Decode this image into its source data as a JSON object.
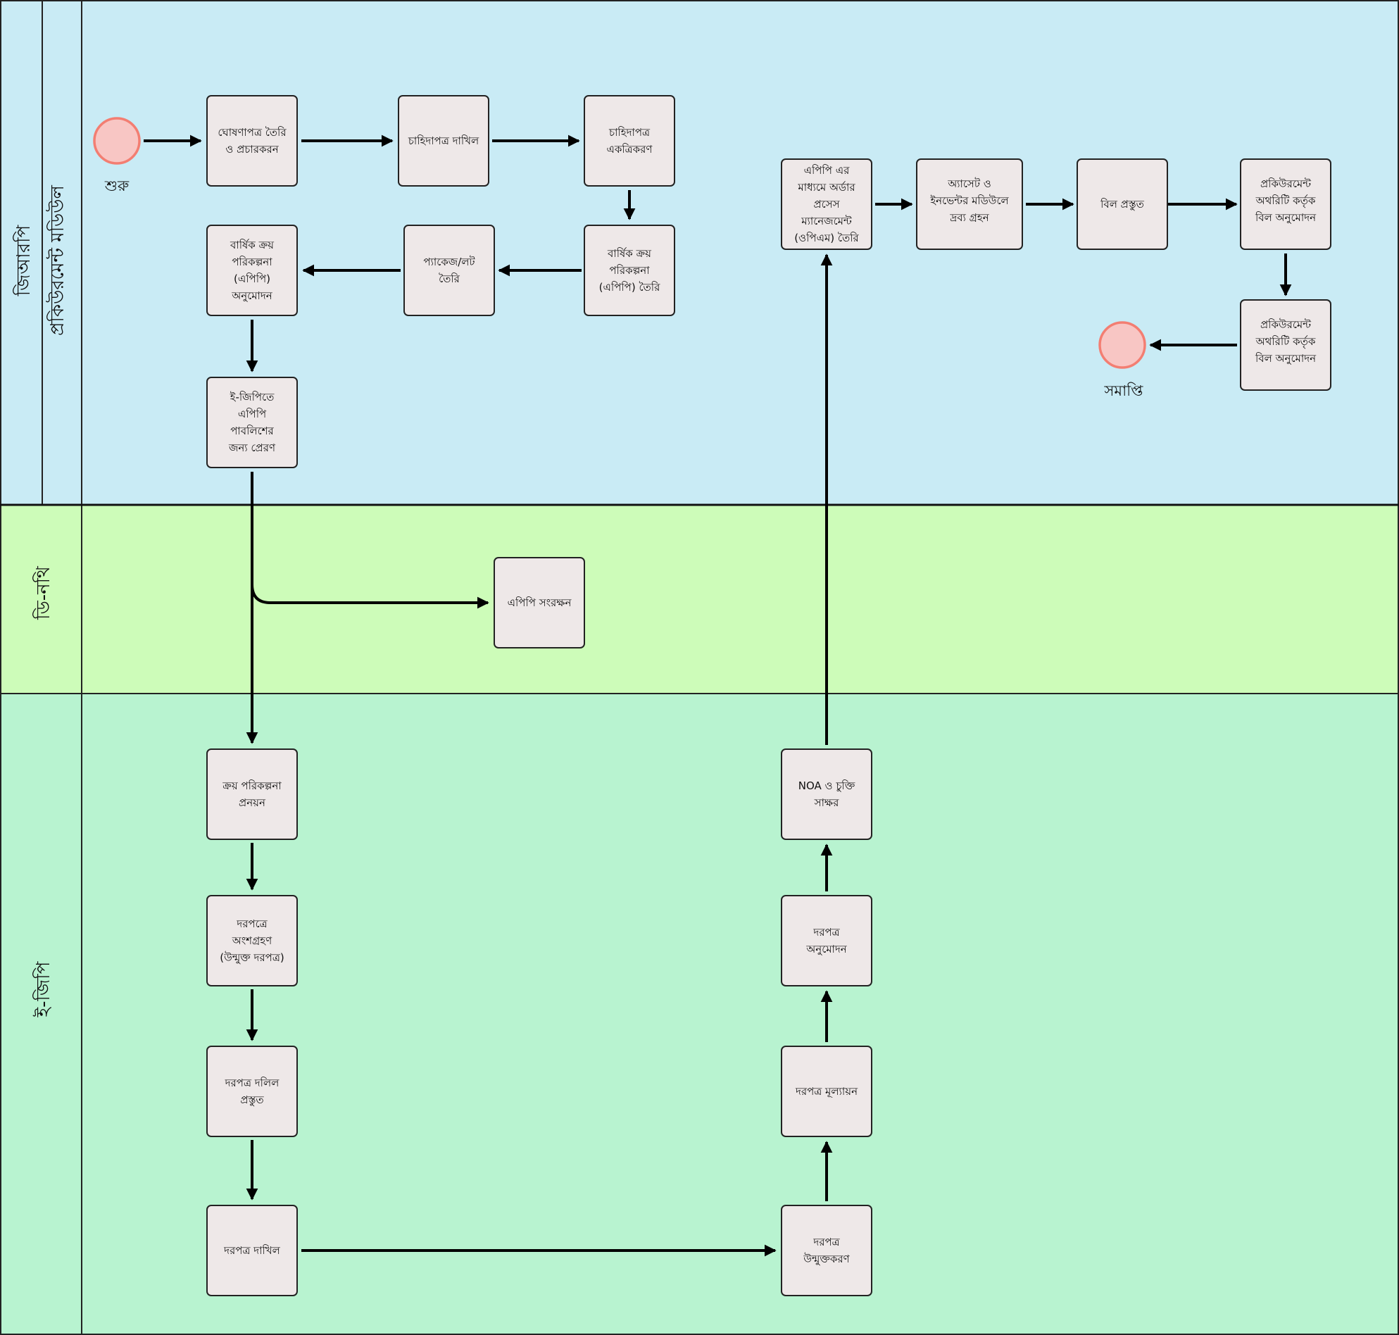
{
  "colors": {
    "lane_grp": "#c9ebf5",
    "lane_dnothi": "#cdfcb9",
    "lane_egp": "#b8f3d0",
    "task_fill": "#eee8e8",
    "event_fill": "#f8c6c4",
    "event_stroke": "#f37e72"
  },
  "lanes": {
    "pool": "জিআরপি",
    "grp": "প্রকিউরমেন্ট মডিউল",
    "dnothi": "ডি-নথি",
    "egp": "ই-জিপি"
  },
  "events": {
    "start": "শুরু",
    "end": "সমাপ্তি"
  },
  "tasks": {
    "t_announce": [
      "ঘোষণাপত্র তৈরি",
      "ও প্রচারকরন"
    ],
    "t_demand_submit": [
      "চাহিদাপত্র দাখিল"
    ],
    "t_demand_collect": [
      "চাহিদাপত্র",
      "একত্রিকরণ"
    ],
    "t_app_create": [
      "বার্ষিক ক্রয়",
      "পরিকল্পনা",
      "(এপিপি) তৈরি"
    ],
    "t_package": [
      "প্যাকেজ/লট",
      "তৈরি"
    ],
    "t_app_approve": [
      "বার্ষিক ক্রয়",
      "পরিকল্পনা",
      "(এপিপি)",
      "অনুমোদন"
    ],
    "t_egp_send": [
      "ই-জিপিতে",
      "এপিপি",
      "পাবলিশের",
      "জন্য প্রেরণ"
    ],
    "t_opm": [
      "এপিপি এর",
      "মাধ্যমে অর্ডার",
      "প্রসেস",
      "ম্যানেজমেন্ট",
      "(ওপিএম) তৈরি"
    ],
    "t_asset": [
      "অ্যাসেট ও",
      "ইনভেন্টর মডিউলে",
      "দ্রব্য গ্রহন"
    ],
    "t_bill_prepare": [
      "বিল প্রস্তুত"
    ],
    "t_bill_approve_1": [
      "প্রকিউরমেন্ট",
      "অথরিটি কর্তৃক",
      "বিল অনুমোদন"
    ],
    "t_bill_approve_2": [
      "প্রকিউরমেন্ট",
      "অথরিটি কর্তৃক",
      "বিল অনুমোদন"
    ],
    "t_app_preserve": [
      "এপিপি সংরক্ষন"
    ],
    "t_plan_prepare": [
      "ক্রয় পরিকল্পনা",
      "প্রনয়ন"
    ],
    "t_tender_participate": [
      "দরপত্রে",
      "অংশগ্রহণ",
      "(উন্মুক্ত দরপত্র)"
    ],
    "t_tender_doc": [
      "দরপত্র দলিল",
      "প্রস্তুত"
    ],
    "t_tender_submit": [
      "দরপত্র দাখিল"
    ],
    "t_tender_open": [
      "দরপত্র",
      "উন্মুক্তকরণ"
    ],
    "t_tender_eval": [
      "দরপত্র মূল্যায়ন"
    ],
    "t_tender_approve": [
      "দরপত্র",
      "অনুমোদন"
    ],
    "t_noa": [
      "NOA ও চুক্তি",
      "সাক্ষর"
    ]
  }
}
